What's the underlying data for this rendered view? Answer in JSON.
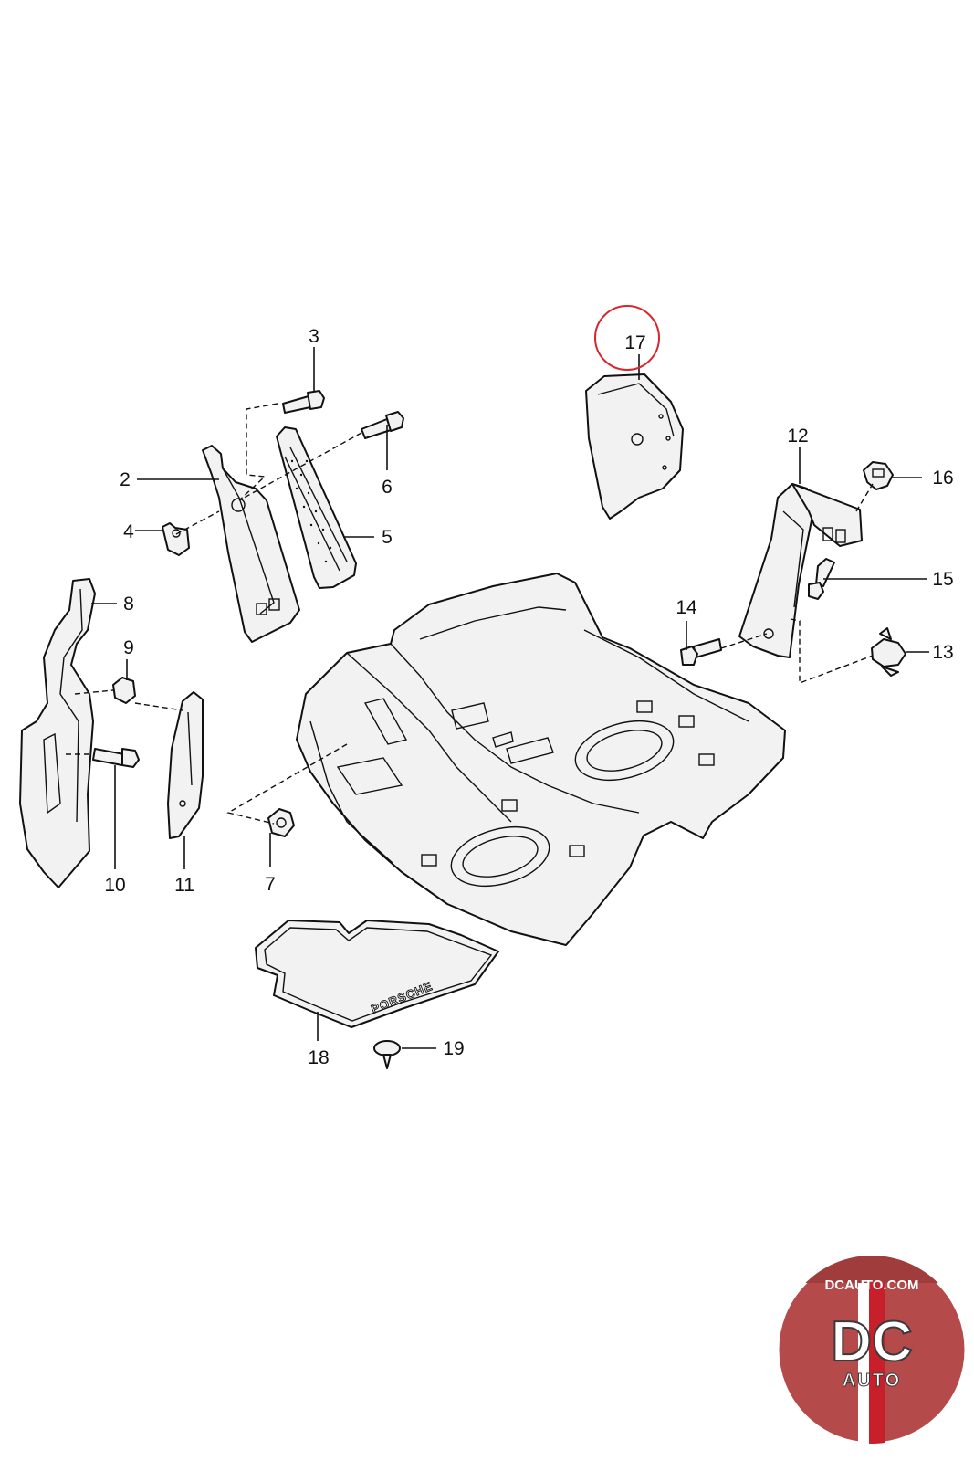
{
  "diagram": {
    "callouts": [
      {
        "id": "2",
        "label": "2"
      },
      {
        "id": "3",
        "label": "3"
      },
      {
        "id": "4",
        "label": "4"
      },
      {
        "id": "5",
        "label": "5"
      },
      {
        "id": "6",
        "label": "6"
      },
      {
        "id": "7",
        "label": "7"
      },
      {
        "id": "8",
        "label": "8"
      },
      {
        "id": "9",
        "label": "9"
      },
      {
        "id": "10",
        "label": "10"
      },
      {
        "id": "11",
        "label": "11"
      },
      {
        "id": "12",
        "label": "12"
      },
      {
        "id": "13",
        "label": "13"
      },
      {
        "id": "14",
        "label": "14"
      },
      {
        "id": "15",
        "label": "15"
      },
      {
        "id": "16",
        "label": "16"
      },
      {
        "id": "17",
        "label": "17"
      },
      {
        "id": "18",
        "label": "18"
      },
      {
        "id": "19",
        "label": "19"
      }
    ],
    "highlighted_part": "17",
    "highlight_color": "#d9262c",
    "mat_text": "PORSCHE"
  },
  "logo": {
    "site": "DCAUTO.COM",
    "mark": "DC",
    "word": "AUTO",
    "colors": {
      "background": "#b44a4a",
      "stripe_red": "#c8202a",
      "stripe_white": "#ffffff"
    }
  }
}
